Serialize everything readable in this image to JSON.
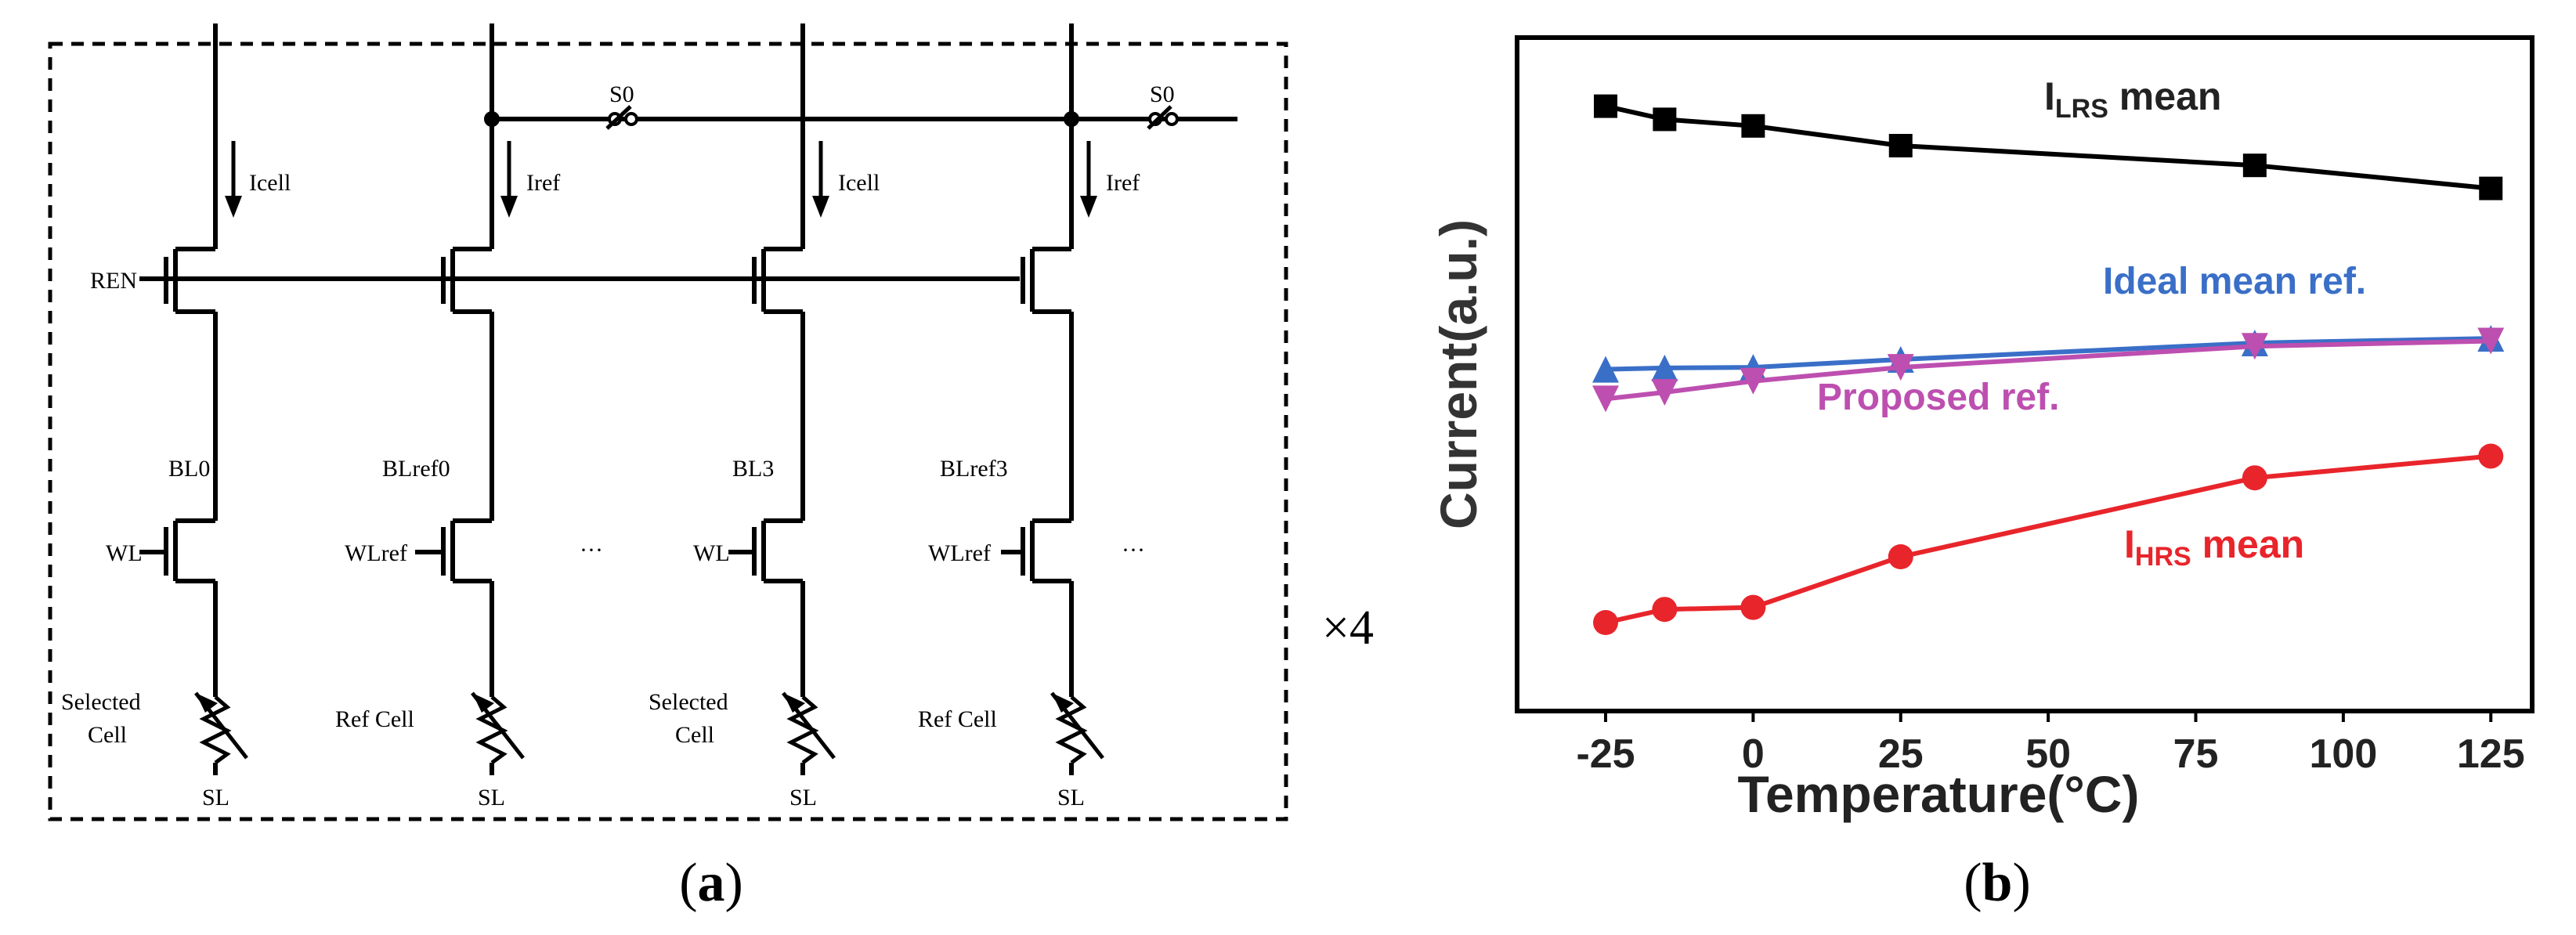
{
  "panel_a": {
    "caption": "(a)",
    "caption_letter": "a",
    "multiplier": "×4",
    "labels": {
      "icell": "Icell",
      "iref": "Iref",
      "s0": "S0",
      "ren": "REN",
      "bl0": "BL0",
      "blref0": "BLref0",
      "bl3": "BL3",
      "blref3": "BLref3",
      "wl": "WL",
      "wlref": "WLref",
      "ellipsis": "···",
      "selected": "Selected",
      "cell": "Cell",
      "ref_cell": "Ref Cell",
      "sl": "SL"
    }
  },
  "panel_b": {
    "caption": "(b)",
    "caption_letter": "b",
    "chart_data": {
      "type": "line",
      "title": "",
      "xlabel": "Temperature(°C)",
      "ylabel": "Current(a.u.)",
      "x_ticks": [
        -25,
        0,
        25,
        50,
        75,
        100,
        125
      ],
      "xlim": [
        -40,
        132
      ],
      "ylim": [
        0,
        100
      ],
      "y_ticks_shown": false,
      "grid": false,
      "series": [
        {
          "name": "I_LRS mean",
          "label_main": "I",
          "label_sub": "LRS",
          "label_rest": " mean",
          "color": "#000000",
          "marker": "square",
          "x": [
            -25,
            -15,
            0,
            25,
            85,
            125
          ],
          "y": [
            91,
            89,
            88,
            85,
            82,
            78.5
          ]
        },
        {
          "name": "Ideal mean ref.",
          "label_main": "Ideal mean ref.",
          "color": "#3a6fc8",
          "marker": "triangle-up",
          "x": [
            -25,
            -15,
            0,
            25,
            85,
            125
          ],
          "y": [
            51,
            51.2,
            51.3,
            52.5,
            55,
            55.7
          ]
        },
        {
          "name": "Proposed ref.",
          "label_main": "Proposed ref.",
          "color": "#bd4fb0",
          "marker": "triangle-down",
          "x": [
            -25,
            -15,
            0,
            25,
            85,
            125
          ],
          "y": [
            46.5,
            47.5,
            49.2,
            51.3,
            54.5,
            55.3
          ]
        },
        {
          "name": "I_HRS mean",
          "label_main": "I",
          "label_sub": "HRS",
          "label_rest": " mean",
          "color": "#e8252b",
          "marker": "circle",
          "x": [
            -25,
            -15,
            0,
            25,
            85,
            125
          ],
          "y": [
            12.5,
            14.5,
            14.8,
            22.5,
            34.5,
            37.8
          ]
        }
      ]
    }
  }
}
